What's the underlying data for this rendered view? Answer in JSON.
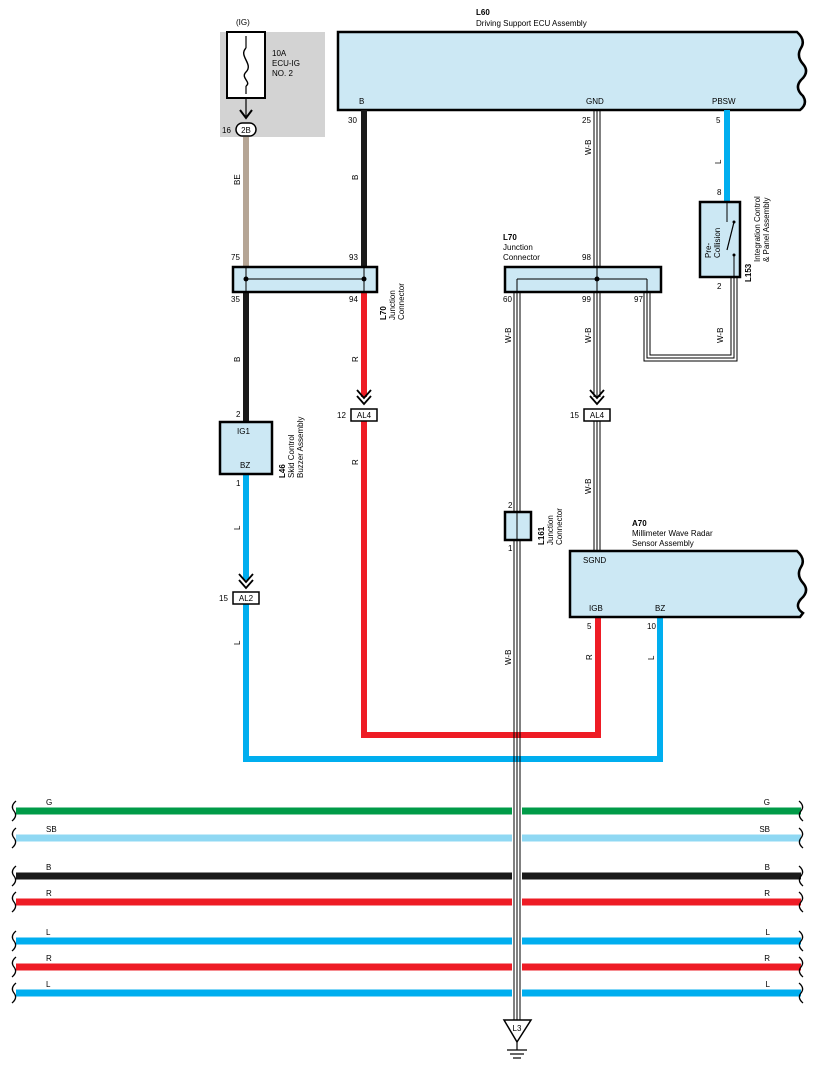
{
  "fuse": {
    "supply": "(IG)",
    "rating": "10A",
    "name_line1": "ECU-IG",
    "name_line2": "NO. 2",
    "pin": "16",
    "connector": "2B"
  },
  "ecu": {
    "id": "L60",
    "name": "Driving Support ECU Assembly",
    "terminal_b": "B",
    "terminal_gnd": "GND",
    "terminal_pbsw": "PBSW",
    "pin_b": "30",
    "pin_gnd": "25",
    "pin_pbsw": "5"
  },
  "junction_l70_left": {
    "id": "L70",
    "line1": "Junction",
    "line2": "Connector",
    "pin_75": "75",
    "pin_93": "93",
    "pin_35": "35",
    "pin_94": "94"
  },
  "junction_l70_right": {
    "id": "L70",
    "line1": "Junction",
    "line2": "Connector",
    "pin_98": "98",
    "pin_60": "60",
    "pin_99": "99",
    "pin_97": "97"
  },
  "switch_l153": {
    "id": "L153",
    "line1": "Integration Control",
    "line2": "& Panel Assembly",
    "label1": "Pre-",
    "label2": "Collision",
    "pin_8": "8",
    "pin_2": "2"
  },
  "buzzer_l46": {
    "id": "L46",
    "line1": "Skid Control",
    "line2": "Buzzer Assembly",
    "terminal_ig1": "IG1",
    "terminal_bz": "BZ",
    "pin_2": "2",
    "pin_1": "1"
  },
  "junction_l161": {
    "id": "L161",
    "line1": "Junction",
    "line2": "Connector",
    "pin_2": "2",
    "pin_1": "1"
  },
  "radar_a70": {
    "id": "A70",
    "line1": "Millimeter Wave Radar",
    "line2": "Sensor Assembly",
    "terminal_sgnd": "SGND",
    "terminal_igb": "IGB",
    "terminal_bz": "BZ",
    "pin_5": "5",
    "pin_10": "10"
  },
  "connectors": {
    "al4_left": {
      "name": "AL4",
      "pin": "12"
    },
    "al4_right": {
      "name": "AL4",
      "pin": "15"
    },
    "al2": {
      "name": "AL2",
      "pin": "15"
    }
  },
  "wire_labels": {
    "be": "BE",
    "b_ecu": "B",
    "b_buzzer": "B",
    "wb_gnd": "W-B",
    "l_pbsw": "L",
    "wb_l153": "W-B",
    "r_upper": "R",
    "r_lower": "R",
    "wb_60": "W-B",
    "wb_99": "W-B",
    "wb_al4": "W-B",
    "l_buzzer": "L",
    "l_al2": "L",
    "wb_l161": "W-B",
    "r_igb": "R",
    "l_bz": "L"
  },
  "ground": {
    "name": "L3"
  },
  "harness": [
    {
      "label": "G",
      "color": "#009b48"
    },
    {
      "label": "SB",
      "color": "#8fd8f3"
    },
    {
      "label": "B",
      "color": "#1a1a1a"
    },
    {
      "label": "R",
      "color": "#ee1c25"
    },
    {
      "label": "L",
      "color": "#00aeef"
    },
    {
      "label": "R",
      "color": "#ee1c25"
    },
    {
      "label": "L",
      "color": "#00aeef"
    }
  ],
  "colors": {
    "component_fill": "#cce8f4",
    "fuse_panel": "#d3d3d3",
    "wire_be": "#b5a595",
    "wire_b": "#1a1a1a",
    "wire_r": "#ee1c25",
    "wire_l": "#00aeef"
  }
}
